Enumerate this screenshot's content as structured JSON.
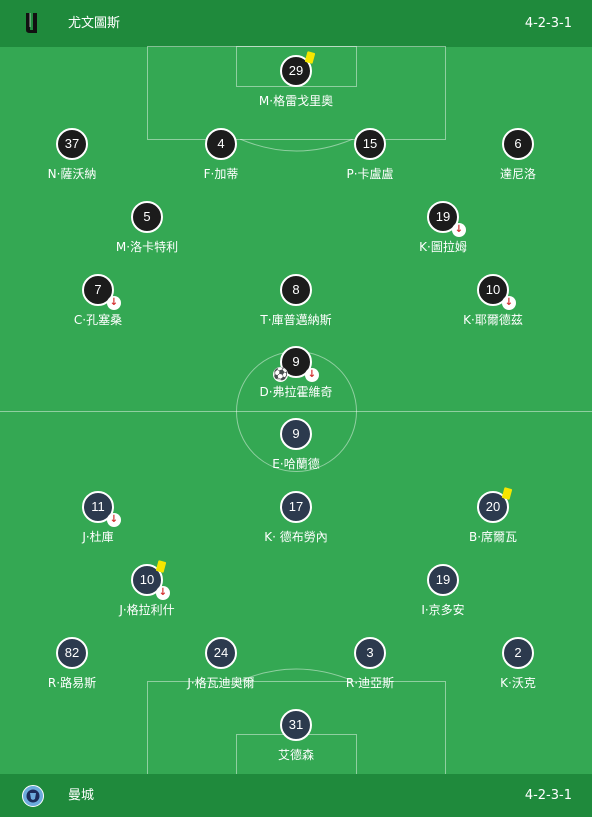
{
  "home": {
    "name": "尤文圖斯",
    "formation": "4-2-3-1",
    "logo_icon": "juventus-crest-icon",
    "players": [
      {
        "number": "29",
        "name": "M·格雷戈里奧"
      },
      {
        "number": "37",
        "name": "N·薩沃納"
      },
      {
        "number": "4",
        "name": "F·加蒂"
      },
      {
        "number": "15",
        "name": "P·卡盧盧"
      },
      {
        "number": "6",
        "name": "達尼洛"
      },
      {
        "number": "5",
        "name": "M·洛卡特利"
      },
      {
        "number": "19",
        "name": "K·圖拉姆"
      },
      {
        "number": "7",
        "name": "C·孔塞桑"
      },
      {
        "number": "8",
        "name": "T·庫普邁納斯"
      },
      {
        "number": "10",
        "name": "K·耶爾德茲"
      },
      {
        "number": "9",
        "name": "D·弗拉霍維奇"
      }
    ]
  },
  "away": {
    "name": "曼城",
    "formation": "4-2-3-1",
    "logo_icon": "man-city-crest-icon",
    "players": [
      {
        "number": "9",
        "name": "E·哈蘭德"
      },
      {
        "number": "11",
        "name": "J·杜庫"
      },
      {
        "number": "17",
        "name": "K· 德布勞內"
      },
      {
        "number": "20",
        "name": "B·席爾瓦"
      },
      {
        "number": "10",
        "name": "J·格拉利什"
      },
      {
        "number": "19",
        "name": "I·京多安"
      },
      {
        "number": "82",
        "name": "R·路易斯"
      },
      {
        "number": "24",
        "name": "J·格瓦迪奧爾"
      },
      {
        "number": "3",
        "name": "R·迪亞斯"
      },
      {
        "number": "2",
        "name": "K·沃克"
      },
      {
        "number": "31",
        "name": "艾德森"
      }
    ]
  },
  "icons": {
    "sub_off": "↓",
    "goal": "⚽"
  }
}
